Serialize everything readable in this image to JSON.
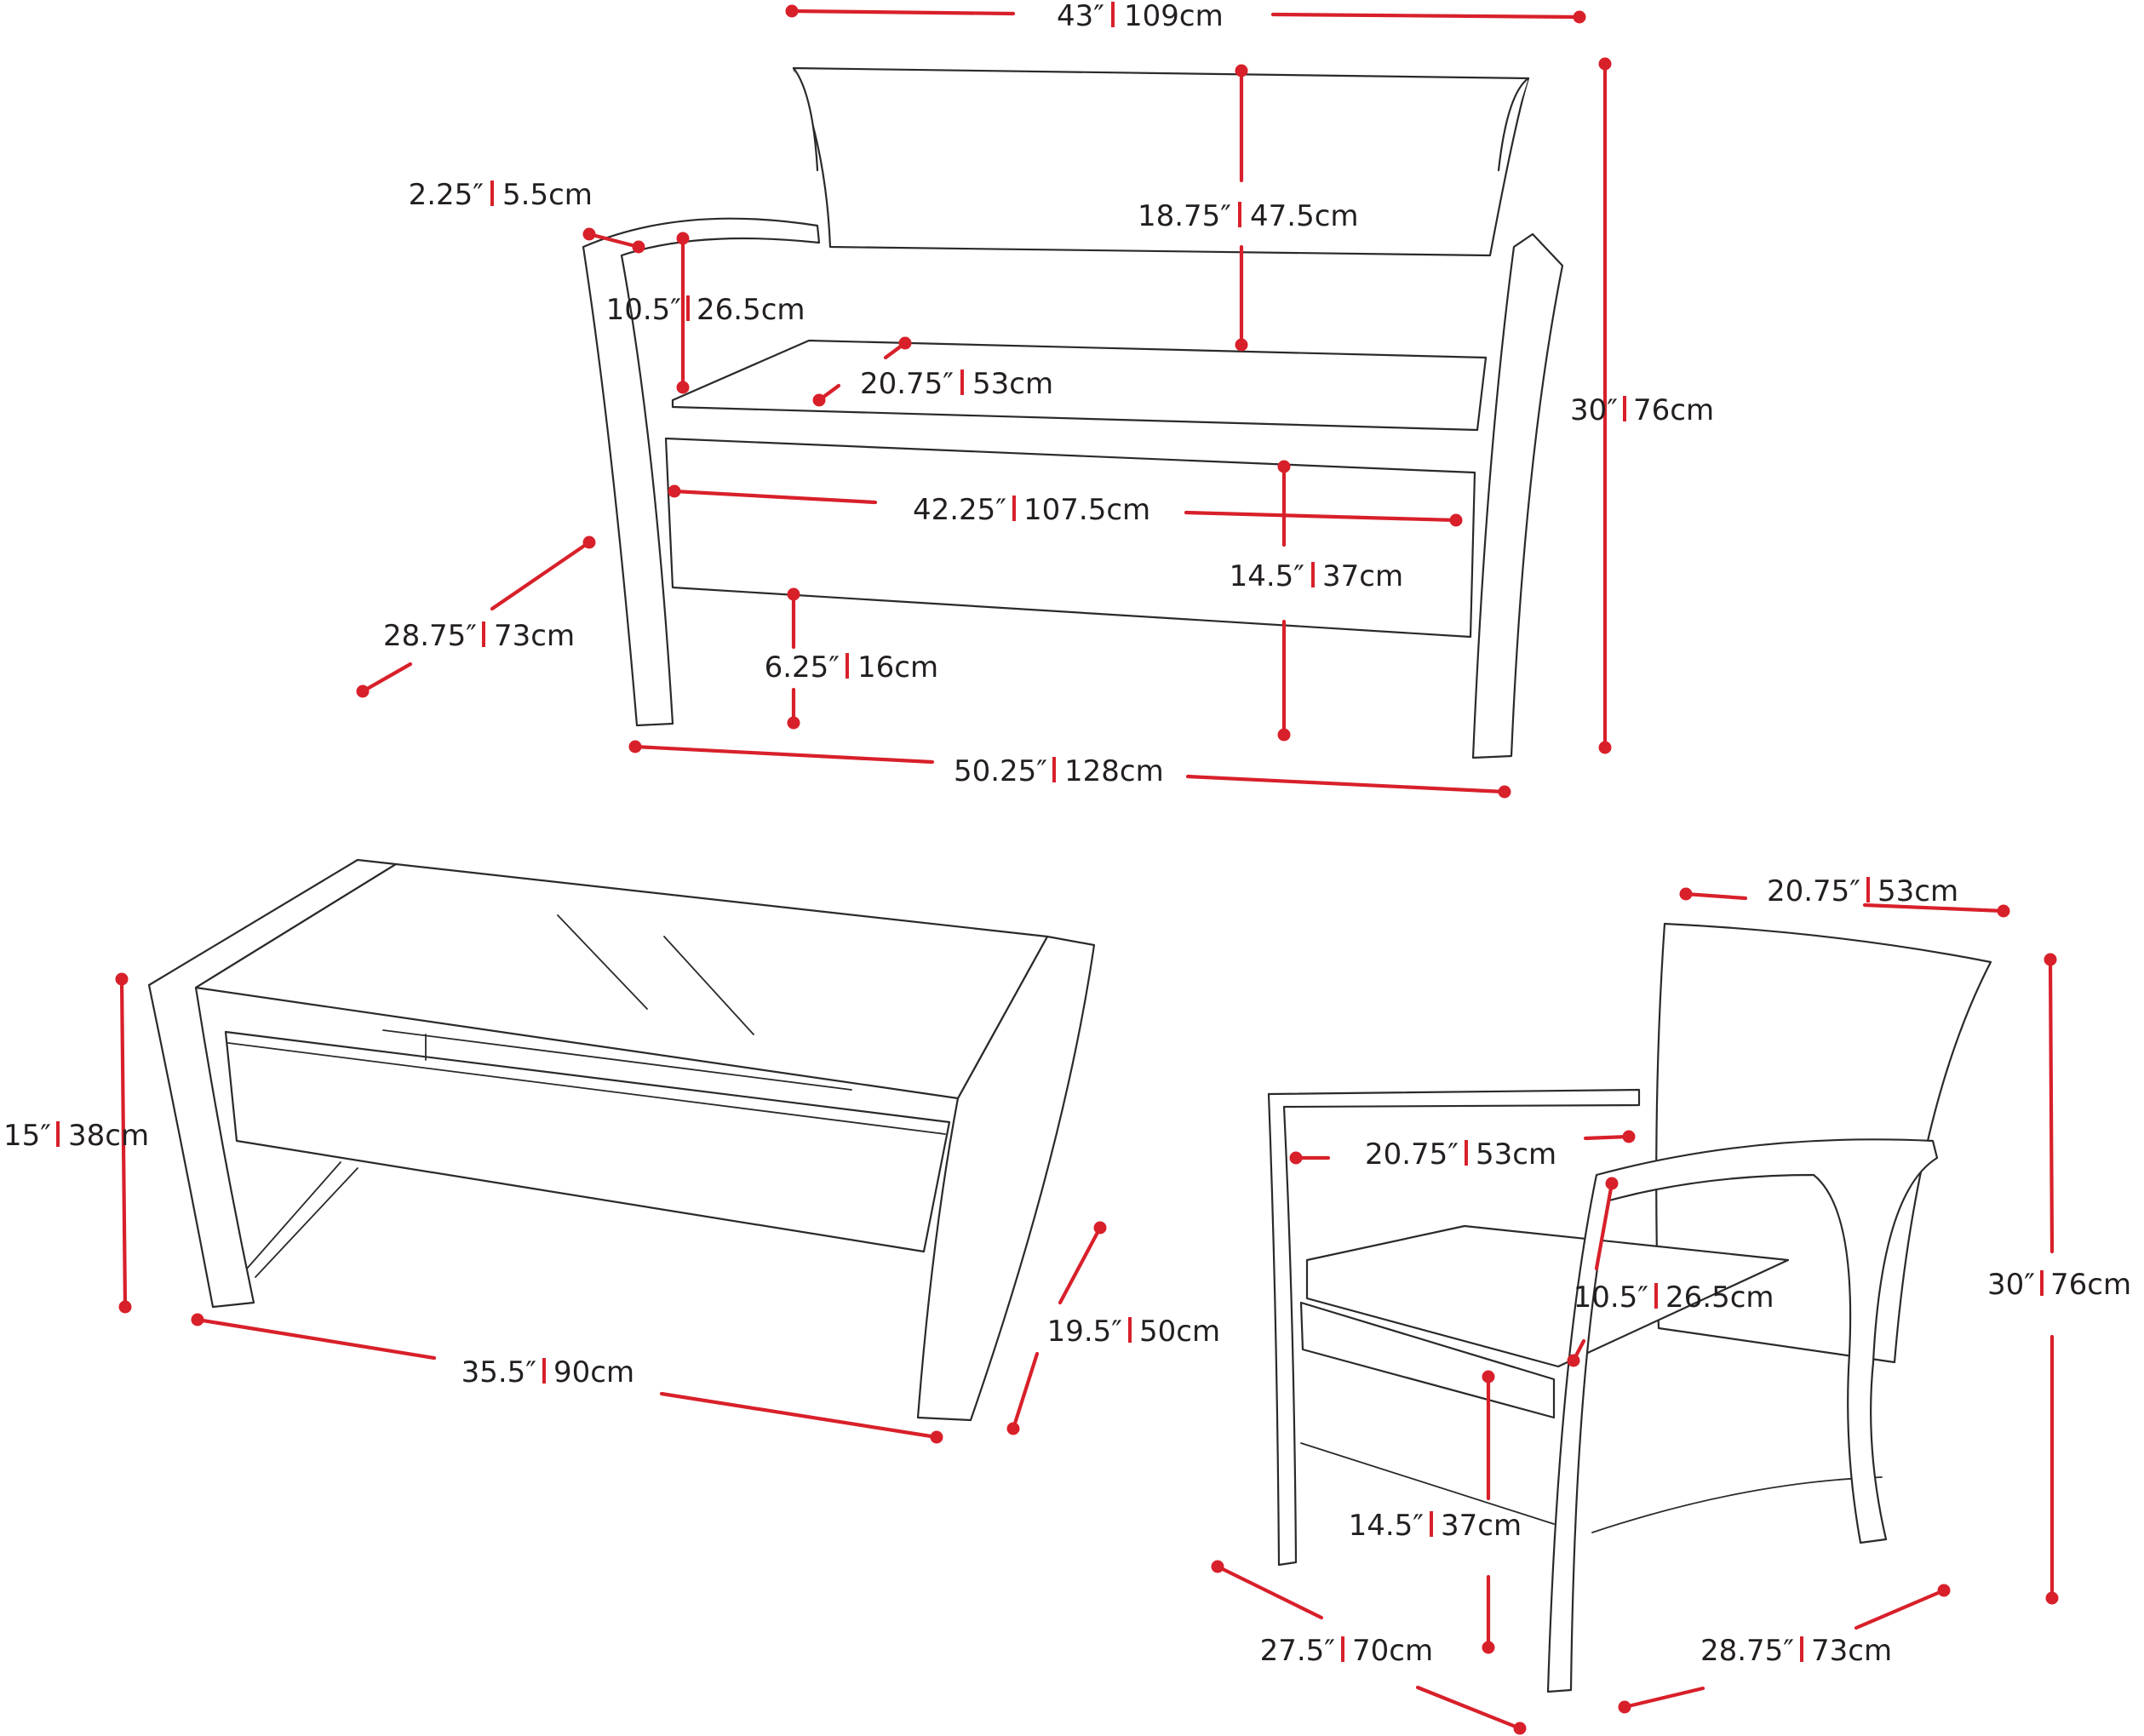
{
  "colors": {
    "dimension": "#d8202a",
    "outline": "#2a2a2a",
    "text": "#231f20",
    "background": "#ffffff"
  },
  "dimensions": {
    "loveseat_arm_width": {
      "imp": "43″",
      "met": "109cm"
    },
    "loveseat_arm_thickness": {
      "imp": "2.25″",
      "met": "5.5cm"
    },
    "loveseat_arm_height": {
      "imp": "10.5″",
      "met": "26.5cm"
    },
    "loveseat_back_height": {
      "imp": "18.75″",
      "met": "47.5cm"
    },
    "loveseat_seat_depth": {
      "imp": "20.75″",
      "met": "53cm"
    },
    "loveseat_total_height": {
      "imp": "30″",
      "met": "76cm"
    },
    "loveseat_seat_width": {
      "imp": "42.25″",
      "met": "107.5cm"
    },
    "loveseat_seat_height": {
      "imp": "14.5″",
      "met": "37cm"
    },
    "loveseat_depth": {
      "imp": "28.75″",
      "met": "73cm"
    },
    "loveseat_clearance": {
      "imp": "6.25″",
      "met": "16cm"
    },
    "loveseat_width": {
      "imp": "50.25″",
      "met": "128cm"
    },
    "table_height": {
      "imp": "15″",
      "met": "38cm"
    },
    "table_length": {
      "imp": "35.5″",
      "met": "90cm"
    },
    "table_depth": {
      "imp": "19.5″",
      "met": "50cm"
    },
    "chair_back_width": {
      "imp": "20.75″",
      "met": "53cm"
    },
    "chair_seat_width": {
      "imp": "20.75″",
      "met": "53cm"
    },
    "chair_arm_height": {
      "imp": "10.5″",
      "met": "26.5cm"
    },
    "chair_total_height": {
      "imp": "30″",
      "met": "76cm"
    },
    "chair_seat_height": {
      "imp": "14.5″",
      "met": "37cm"
    },
    "chair_width": {
      "imp": "27.5″",
      "met": "70cm"
    },
    "chair_depth": {
      "imp": "28.75″",
      "met": "73cm"
    }
  }
}
